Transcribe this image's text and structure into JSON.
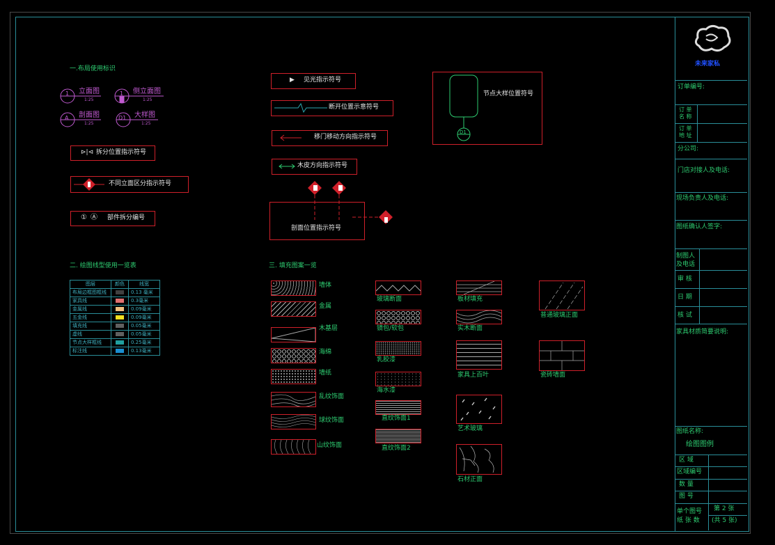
{
  "sections": {
    "layout_title": "一.布局使用标识",
    "lines_title": "二. 绘图线型使用一览表",
    "fill_title": "三. 填充图案一览"
  },
  "elevations": {
    "front": {
      "label": "立面图",
      "scale": "1:25",
      "code": "1"
    },
    "side": {
      "label": "侧立面图",
      "scale": "1:25",
      "code": "1"
    },
    "section": {
      "label": "剖面图",
      "scale": "1:25",
      "code": "A"
    },
    "detail": {
      "label": "大样图",
      "scale": "1:25",
      "code": "D1"
    }
  },
  "symbols": {
    "split_position": "拆分位置指示符号",
    "elevation_zone": "不同立面区分指示符号",
    "part_split": "部件拆分编号",
    "part_codes": [
      "①",
      "Ⓐ"
    ],
    "light": "见光指示符号",
    "break": "断开位置示意符号",
    "sliding_door": "移门移动方向指示符号",
    "wood_grain": "木皮方向指示符号",
    "section_position": "剖面位置指示符号",
    "node_detail": "节点大样位置符号",
    "node_code": "D1"
  },
  "line_table": {
    "headers": [
      "图层",
      "颜色",
      "线宽"
    ],
    "rows": [
      {
        "layer": "布局边框图框线",
        "color": "#404040",
        "width": "0.13 毫米"
      },
      {
        "layer": "家具线",
        "color": "#e07070",
        "width": "0.3毫米"
      },
      {
        "layer": "金属线",
        "color": "#f0c080",
        "width": "0.09毫米"
      },
      {
        "layer": "五金线",
        "color": "#f0e020",
        "width": "0.09毫米"
      },
      {
        "layer": "填充线",
        "color": "#606060",
        "width": "0.05毫米"
      },
      {
        "layer": "虚线",
        "color": "#606060",
        "width": "0.05毫米"
      },
      {
        "layer": "节点大样框线",
        "color": "#20a0a0",
        "width": "0.25毫米"
      },
      {
        "layer": "标注线",
        "color": "#1a8fd0",
        "width": "0.13毫米"
      }
    ]
  },
  "fills": {
    "col1": [
      "墙体",
      "金属",
      "木基层",
      "海绵",
      "墙纸",
      "乱纹饰面",
      "球纹饰面",
      "山纹饰面"
    ],
    "col2": [
      "玻璃断面",
      "镜包/软包",
      "乳胶漆",
      "海水漆",
      "直纹饰面1",
      "直纹饰面2"
    ],
    "col3": [
      "板材填充",
      "实木断面",
      "家具上百叶",
      "艺术玻璃",
      "石材正面"
    ],
    "col4": [
      "普通玻璃正面",
      "瓷砖墙面"
    ]
  },
  "title_block": {
    "logo_text": "未来家私",
    "order_no": "订单编号:",
    "order_name": "订 单\n名 称",
    "order_addr": "订 单\n地 址",
    "branch": "分公司:",
    "store_contact": "门店对接人及电话:",
    "site_contact": "现场负责人及电话:",
    "confirm": "图纸确认人签字:",
    "drafter": "制图人\n及电话",
    "review": "审 核",
    "date": "日 期",
    "check": "核 试",
    "material_note": "家具材质简要说明:",
    "drawing_name_label": "图纸名称:",
    "drawing_name": "绘图图例",
    "area": "区  域",
    "area_no": "区域编号",
    "qty": "数  量",
    "fig_no": "图  号",
    "sheet_label": "单个图号\n纸 张 数",
    "sheet_no": "第 2 张",
    "sheet_total": "(共 5 张)"
  }
}
